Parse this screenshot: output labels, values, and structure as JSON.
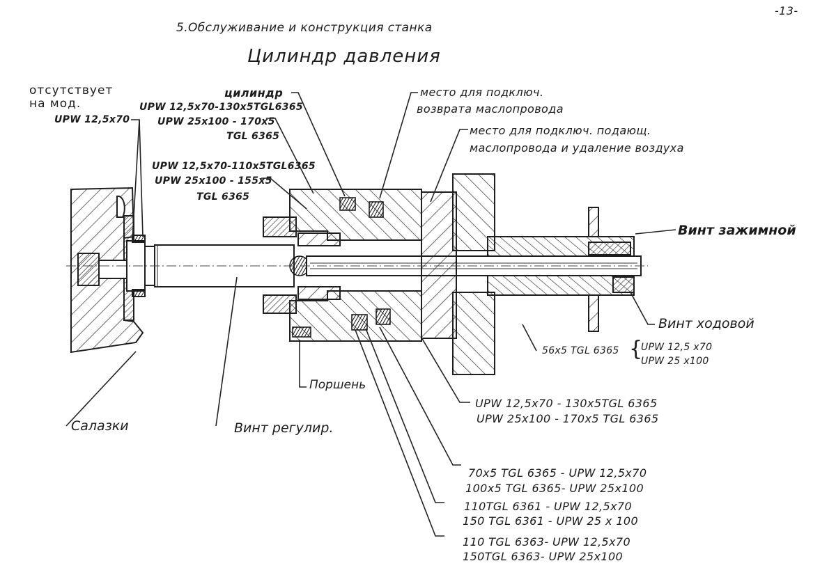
{
  "page": {
    "page_number": "-13-",
    "section_title": "5.Обслуживание и конструкция станка",
    "drawing_title": "Цилиндр давления"
  },
  "labels": {
    "absent_note": [
      "отсутствует",
      "на мод.",
      "UPW 12,5x70"
    ],
    "cylinder": "цилиндр",
    "cylinder_seal_spec": [
      "UPW 12,5x70-130x5TGL6365",
      "UPW 25x100 - 170x5",
      "TGL 6365"
    ],
    "front_seal_spec": [
      "UPW 12,5x70-110x5TGL6365",
      "UPW 25x100 - 155x5",
      "TGL 6365"
    ],
    "return_port": [
      "место для подключ.",
      "возврата маслопровода"
    ],
    "supply_port": [
      "место для подключ. подающ.",
      "маслопровода и удаление воздуха"
    ],
    "clamping_screw": "Винт зажимной",
    "lead_screw": "Винт ходовой",
    "oring_56": {
      "spec": "56x5 TGL 6365",
      "models": [
        "UPW 12,5 x70",
        "UPW 25 x100"
      ]
    },
    "rear_seal_spec": [
      "UPW 12,5x70 - 130x5TGL 6365",
      "UPW 25x100 - 170x5 TGL 6365"
    ],
    "piston": "Поршень",
    "slide": "Салазки",
    "adjusting_screw": "Винт регулир.",
    "seal_table": [
      [
        "70x5 TGL 6365 - UPW 12,5x70",
        "100x5 TGL 6365- UPW 25x100"
      ],
      [
        "110TGL 6361 - UPW 12,5x70",
        "150 TGL 6361 - UPW 25 x 100"
      ],
      [
        "110 TGL 6363- UPW 12,5x70",
        "150TGL 6363- UPW 25x100"
      ]
    ]
  }
}
